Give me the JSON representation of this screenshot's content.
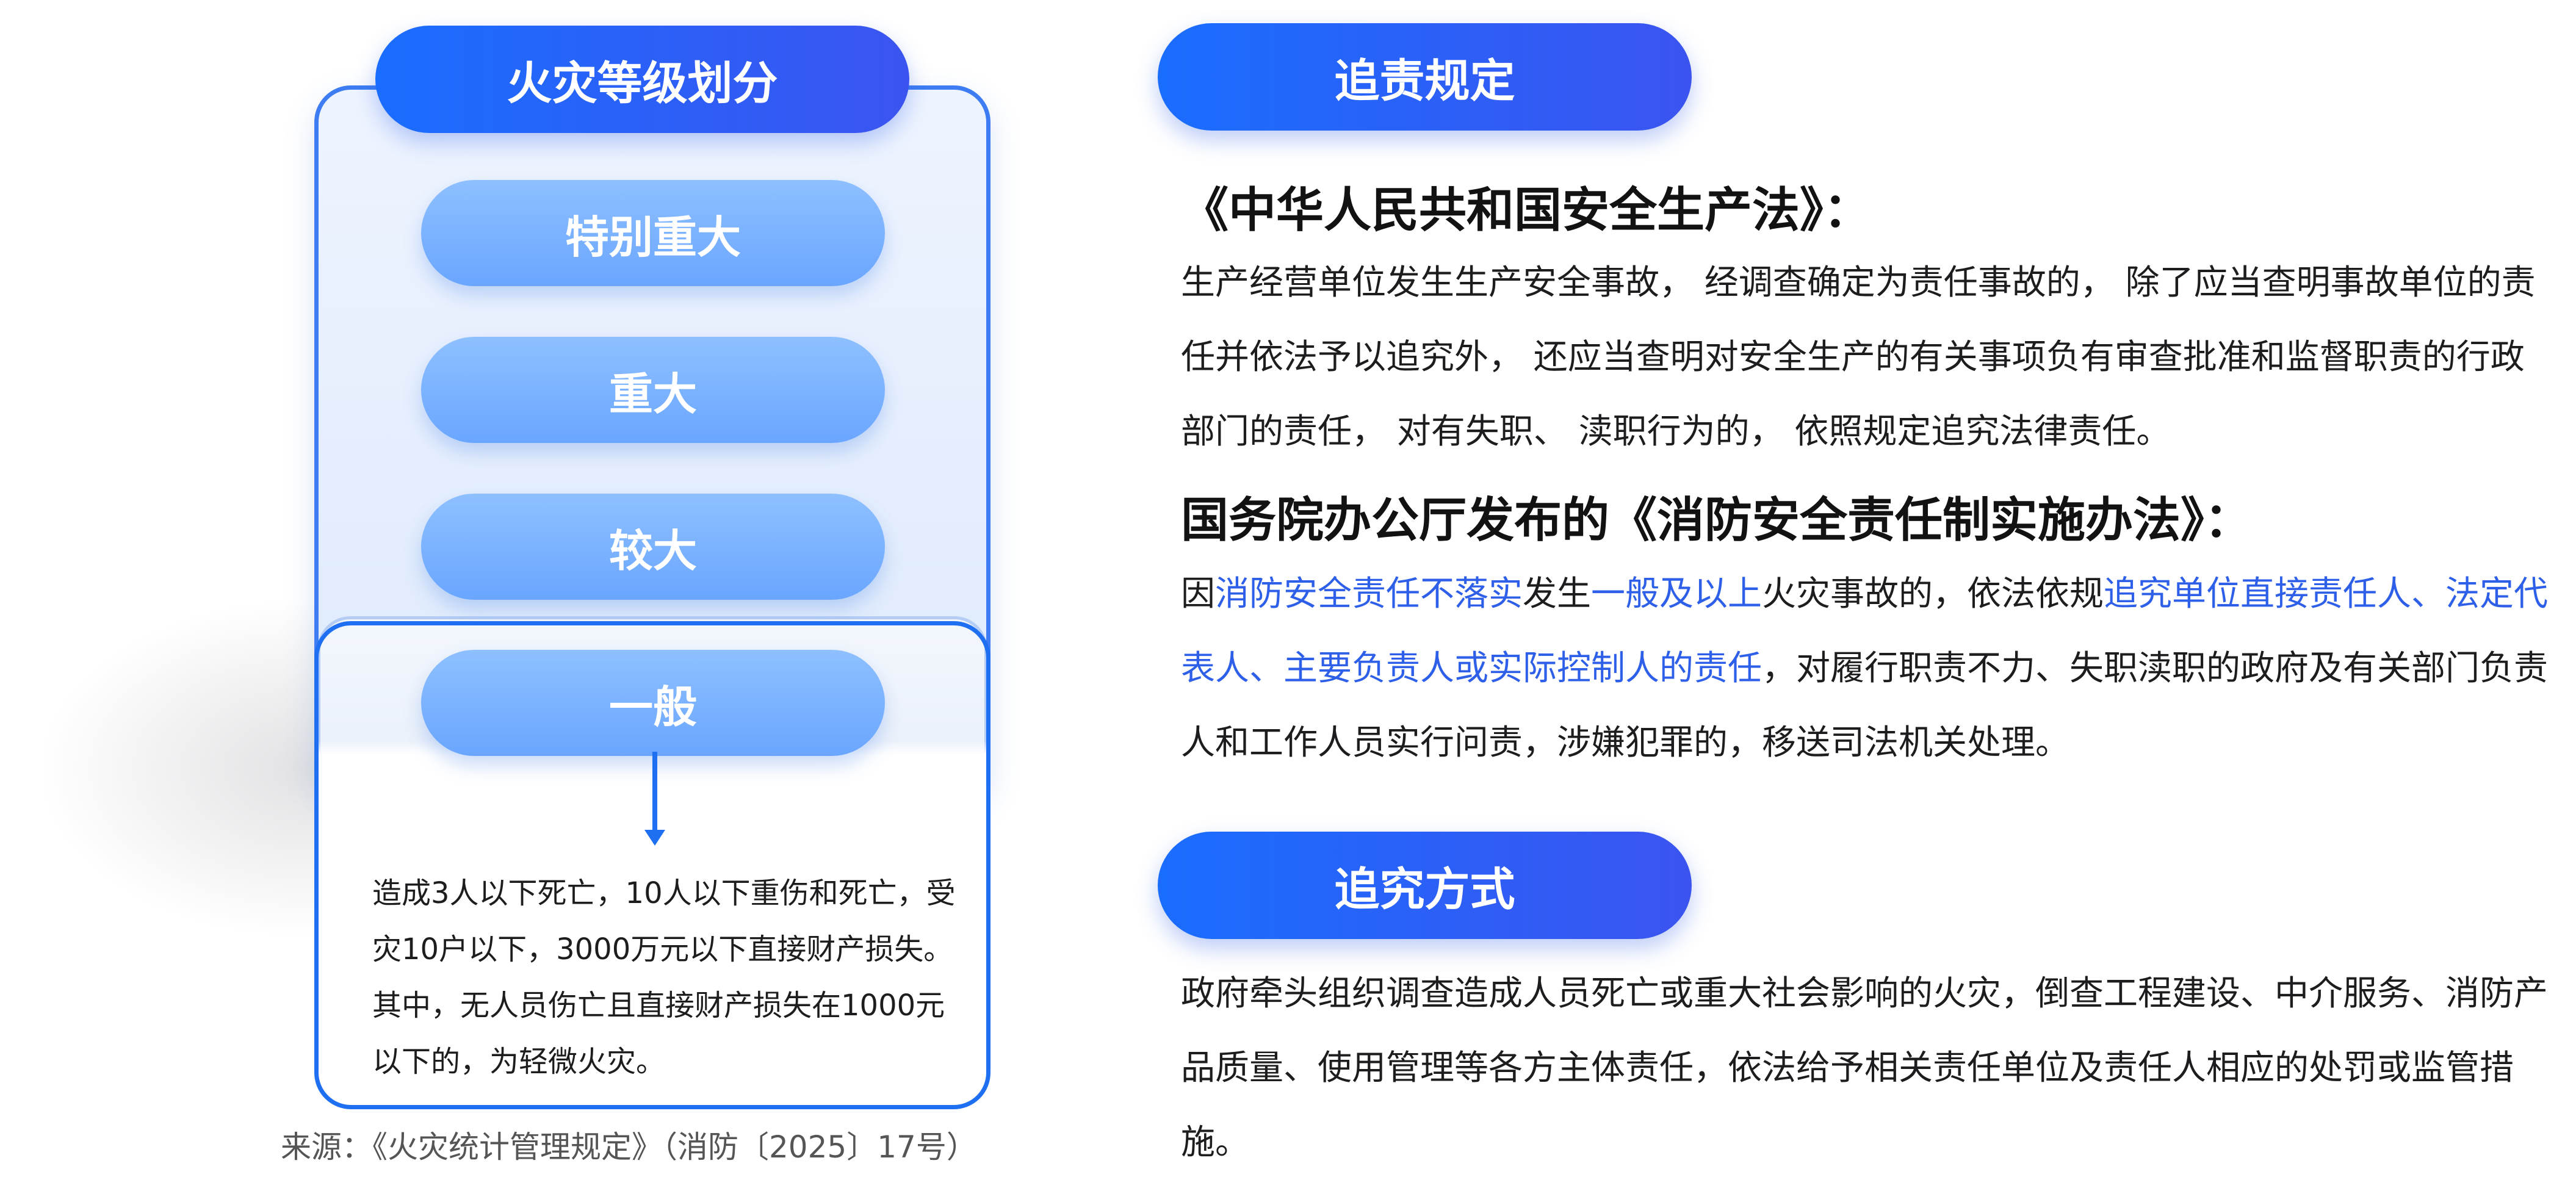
{
  "left_panel": {
    "title": "火灾等级划分",
    "grades": [
      "特别重大",
      "重大",
      "较大",
      "一般"
    ],
    "description": "造成3人以下死亡，10人以下重伤和死亡，受灾10户以下，3000万元以下直接财产损失。其中，无人员伤亡且直接财产损失在1000元以下的，为轻微火灾。",
    "source": "来源：《火灾统计管理规定》（消防〔2025〕17号）"
  },
  "accountability": {
    "title": "追责规定",
    "law1_heading": "《中华人民共和国安全生产法》：",
    "law1_text": "生产经营单位发生生产安全事故， 经调查确定为责任事故的， 除了应当查明事故单位的责任并依法予以追究外， 还应当查明对安全生产的有关事项负有审查批准和监督职责的行政部门的责任， 对有失职、 渎职行为的， 依照规定追究法律责任。",
    "law2_heading": "国务院办公厅发布的《消防安全责任制实施办法》：",
    "law2_parts": {
      "p1": "因",
      "h1": "消防安全责任不落实",
      "p2": "发生",
      "h2": "一般及以上",
      "p3": "火灾事故的，依法依规",
      "h3": "追究单位直接责任人、法定代表人、主要负责人或实际控制人的责任",
      "p4": "，对履行职责不力、失职渎职的政府及有关部门负责人和工作人员实行问责，涉嫌犯罪的，移送司法机关处理。"
    }
  },
  "method": {
    "title": "追究方式",
    "text": "政府牵头组织调查造成人员死亡或重大社会影响的火灾，倒查工程建设、中介服务、消防产品质量、使用管理等各方主体责任，依法给予相关责任单位及责任人相应的处罚或监管措施。"
  },
  "colors": {
    "accent": "#1a6dff",
    "highlight": "#2e5fe8",
    "grade_pill": "#7db4ff"
  }
}
